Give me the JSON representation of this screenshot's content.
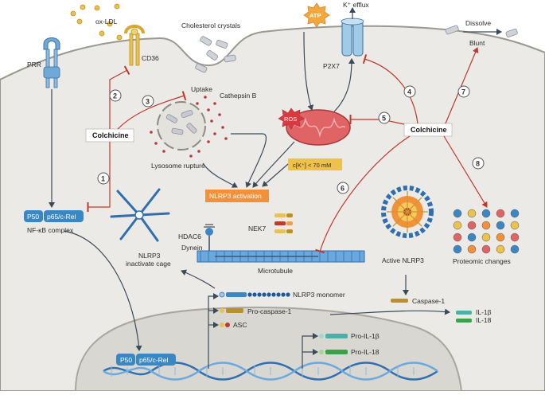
{
  "labels": {
    "prr": "PRR",
    "ox_ldl": "ox-LDL",
    "cd36": "CD36",
    "cholesterol_crystals": "Cholesterol crystals",
    "uptake": "Uptake",
    "cathepsin_b": "Cathepsin B",
    "lysosome_rupture": "Lysosome rupture",
    "atp": "ATP",
    "k_efflux": "K⁺ efflux",
    "p2x7": "P2X7",
    "ros": "ROS",
    "dissolve": "Dissolve",
    "blunt": "Blunt",
    "colchicine_left": "Colchicine",
    "colchicine_right": "Colchicine",
    "k_concentration": "c[K⁺] < 70 mM",
    "nlrp3_activation": "NLRP3 activation",
    "p50_cyto": "P50",
    "p65_cyto": "p65/c-Rel",
    "nfkb_complex": "NF-κB complex",
    "nlrp3_cage_line1": "NLRP3",
    "nlrp3_cage_line2": "inactivate cage",
    "hdac6": "HDAC6",
    "dynein": "Dynein",
    "nek7": "NEK7",
    "microtubule": "Microtubule",
    "active_nlrp3": "Active NLRP3",
    "proteomic_changes": "Proteomic changes",
    "caspase1": "Caspase-1",
    "il1b": "IL-1β",
    "il18": "IL-18",
    "nlrp3_monomer": "NLRP3 monomer",
    "pro_caspase1": "Pro-caspase-1",
    "asc": "ASC",
    "pro_il1b": "Pro-IL-1β",
    "pro_il18": "Pro-IL-18",
    "p50_nuc": "P50",
    "p65_nuc": "p65/c-Rel"
  },
  "steps": [
    "1",
    "2",
    "3",
    "4",
    "5",
    "6",
    "7",
    "8"
  ],
  "colors": {
    "cell": "#ebeae6",
    "nucleus": "#d9d7d1",
    "inhibit": "#c0392b",
    "activate": "#3b4a5a",
    "orange": "#f2913a",
    "yellow_box": "#ecc24a",
    "blue": "#3a87c6",
    "mito": "#e06466"
  }
}
